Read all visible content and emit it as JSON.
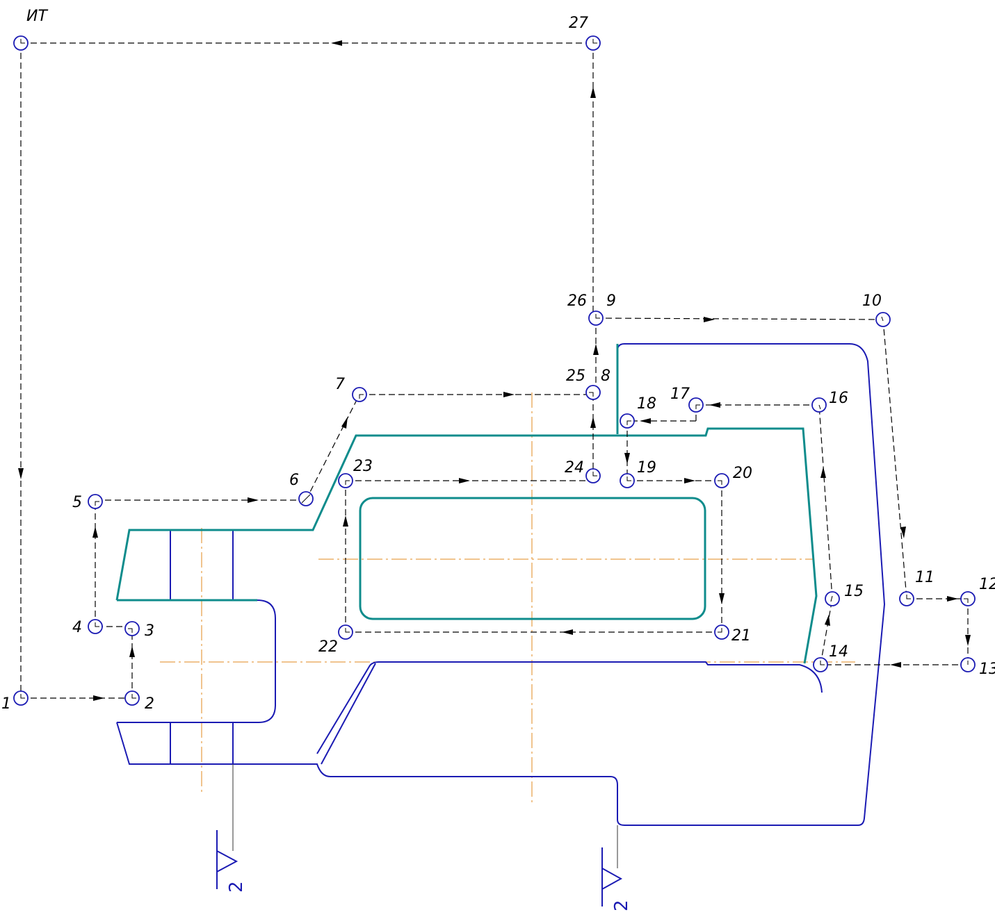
{
  "diagram": {
    "labels": {
      "start": "ИТ",
      "p1": "1",
      "p2": "2",
      "p3": "3",
      "p4": "4",
      "p5": "5",
      "p6": "6",
      "p7": "7",
      "p8": "8",
      "p9": "9",
      "p10": "10",
      "p11": "11",
      "p12": "12",
      "p13": "13",
      "p14": "14",
      "p15": "15",
      "p16": "16",
      "p17": "17",
      "p18": "18",
      "p19": "19",
      "p20": "20",
      "p21": "21",
      "p22": "22",
      "p23": "23",
      "p24": "24",
      "p25": "25",
      "p26": "26",
      "p27": "27"
    },
    "base_marks": [
      "2",
      "2"
    ],
    "colors": {
      "part_contour": "#1b1bb3",
      "tool_contour": "#0f8c8c",
      "axis": "#e08a1e",
      "path": "#000000"
    }
  }
}
